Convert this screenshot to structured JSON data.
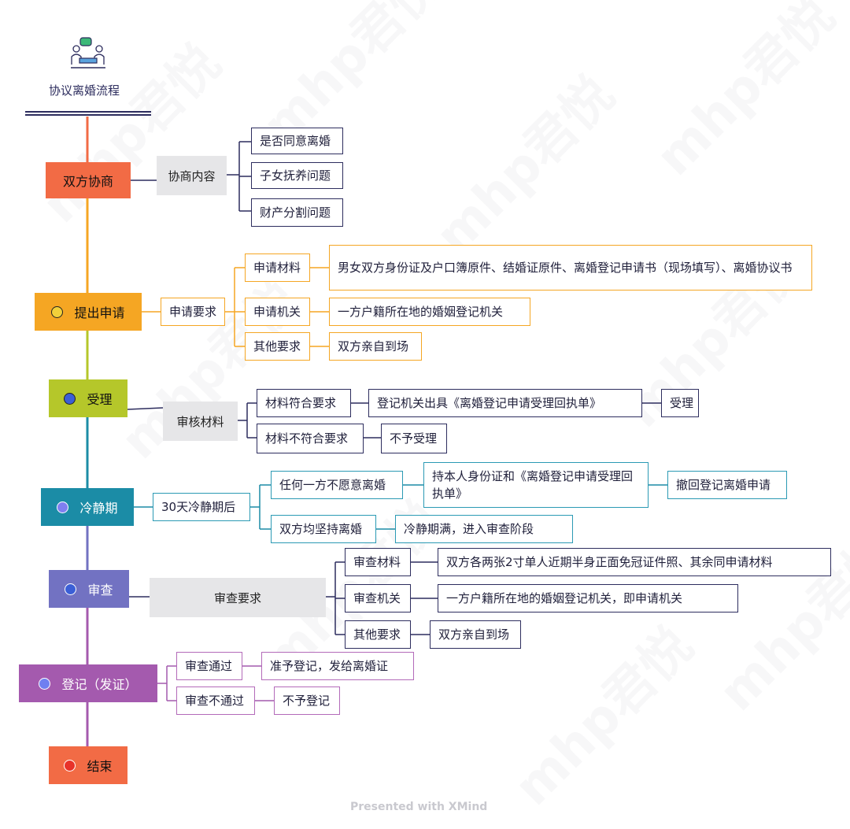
{
  "title": "协议离婚流程",
  "footer": "Presented with XMind",
  "watermark": "mhp君悦",
  "colors": {
    "negotiate": "#f26b45",
    "apply": "#f5a623",
    "accept": "#b5c72a",
    "cooling": "#1b8ca6",
    "review": "#7272c2",
    "register": "#a45aae",
    "end": "#f26b45"
  },
  "stages": {
    "negotiate": "双方协商",
    "apply": "提出申请",
    "accept": "受理",
    "cooling": "冷静期",
    "review": "审查",
    "register": "登记（发证）",
    "end": "结束"
  },
  "negotiate": {
    "topic": "协商内容",
    "items": [
      "是否同意离婚",
      "子女抚养问题",
      "财产分割问题"
    ]
  },
  "apply": {
    "topic": "申请要求",
    "materials_label": "申请材料",
    "materials_value": "男女双方身份证及户口簿原件、结婚证原件、离婚登记申请书（现场填写）、离婚协议书",
    "authority_label": "申请机关",
    "authority_value": "一方户籍所在地的婚姻登记机关",
    "other_label": "其他要求",
    "other_value": "双方亲自到场"
  },
  "accept": {
    "topic": "审核材料",
    "ok_label": "材料符合要求",
    "ok_value": "登记机关出具《离婚登记申请受理回执单》",
    "ok_result": "受理",
    "bad_label": "材料不符合要求",
    "bad_value": "不予受理"
  },
  "cooling": {
    "topic": "30天冷静期后",
    "withdraw_label": "任何一方不愿意离婚",
    "withdraw_value": "持本人身份证和《离婚登记申请受理回执单》",
    "withdraw_result": "撤回登记离婚申请",
    "insist_label": "双方均坚持离婚",
    "insist_value": "冷静期满，进入审查阶段"
  },
  "review": {
    "topic": "审查要求",
    "materials_label": "审查材料",
    "materials_value": "双方各两张2寸单人近期半身正面免冠证件照、其余同申请材料",
    "authority_label": "审查机关",
    "authority_value": "一方户籍所在地的婚姻登记机关，即申请机关",
    "other_label": "其他要求",
    "other_value": "双方亲自到场"
  },
  "register": {
    "pass_label": "审查通过",
    "pass_value": "准予登记，发给离婚证",
    "fail_label": "审查不通过",
    "fail_value": "不予登记"
  }
}
